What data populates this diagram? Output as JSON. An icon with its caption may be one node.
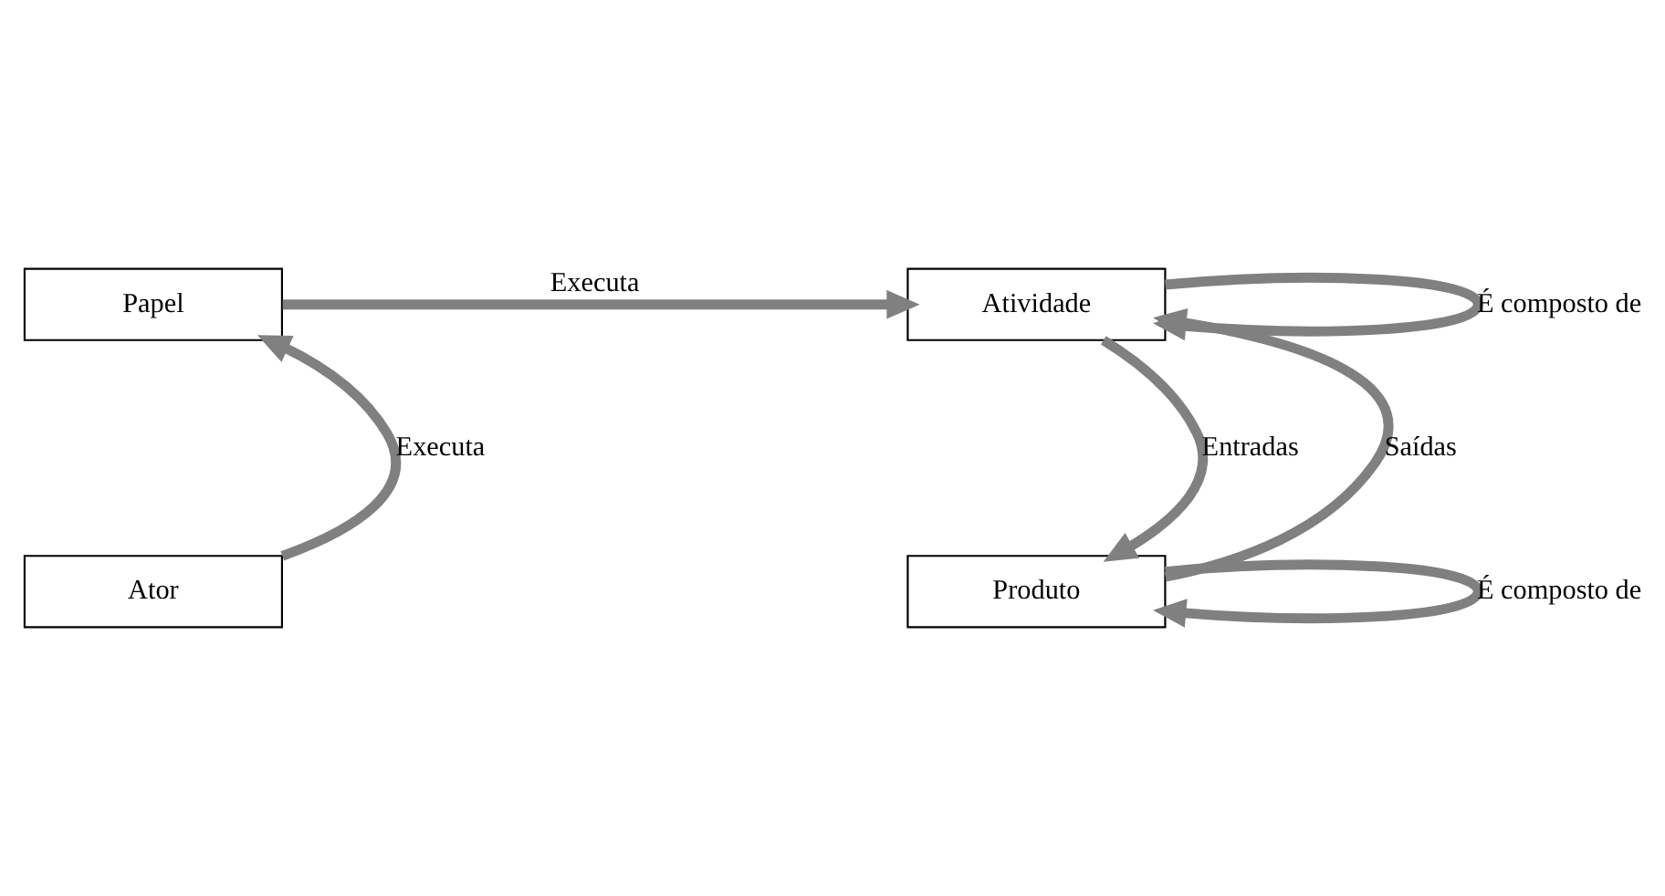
{
  "diagram": {
    "nodes": [
      {
        "text": [
          "Papel"
        ]
      },
      {
        "text": [
          "Atividade"
        ]
      },
      {
        "text": [
          "Ator"
        ]
      },
      {
        "text": [
          "Produto"
        ]
      }
    ],
    "edges": [
      {
        "from": 2,
        "to": 0,
        "arrow": "to",
        "label": "Executa"
      },
      {
        "from": 0,
        "to": 1,
        "arrow": "to",
        "label": "Executa"
      },
      {
        "from": 1,
        "to": 1,
        "arrow": "to",
        "label": "É composto de"
      },
      {
        "from": 1,
        "to": 3,
        "arrow": "to",
        "label": "Entradas"
      },
      {
        "from": 3,
        "to": 1,
        "arrow": "to",
        "label": "Saídas"
      },
      {
        "from": 3,
        "to": 3,
        "arrow": "to",
        "label": "É composto de"
      }
    ]
  }
}
